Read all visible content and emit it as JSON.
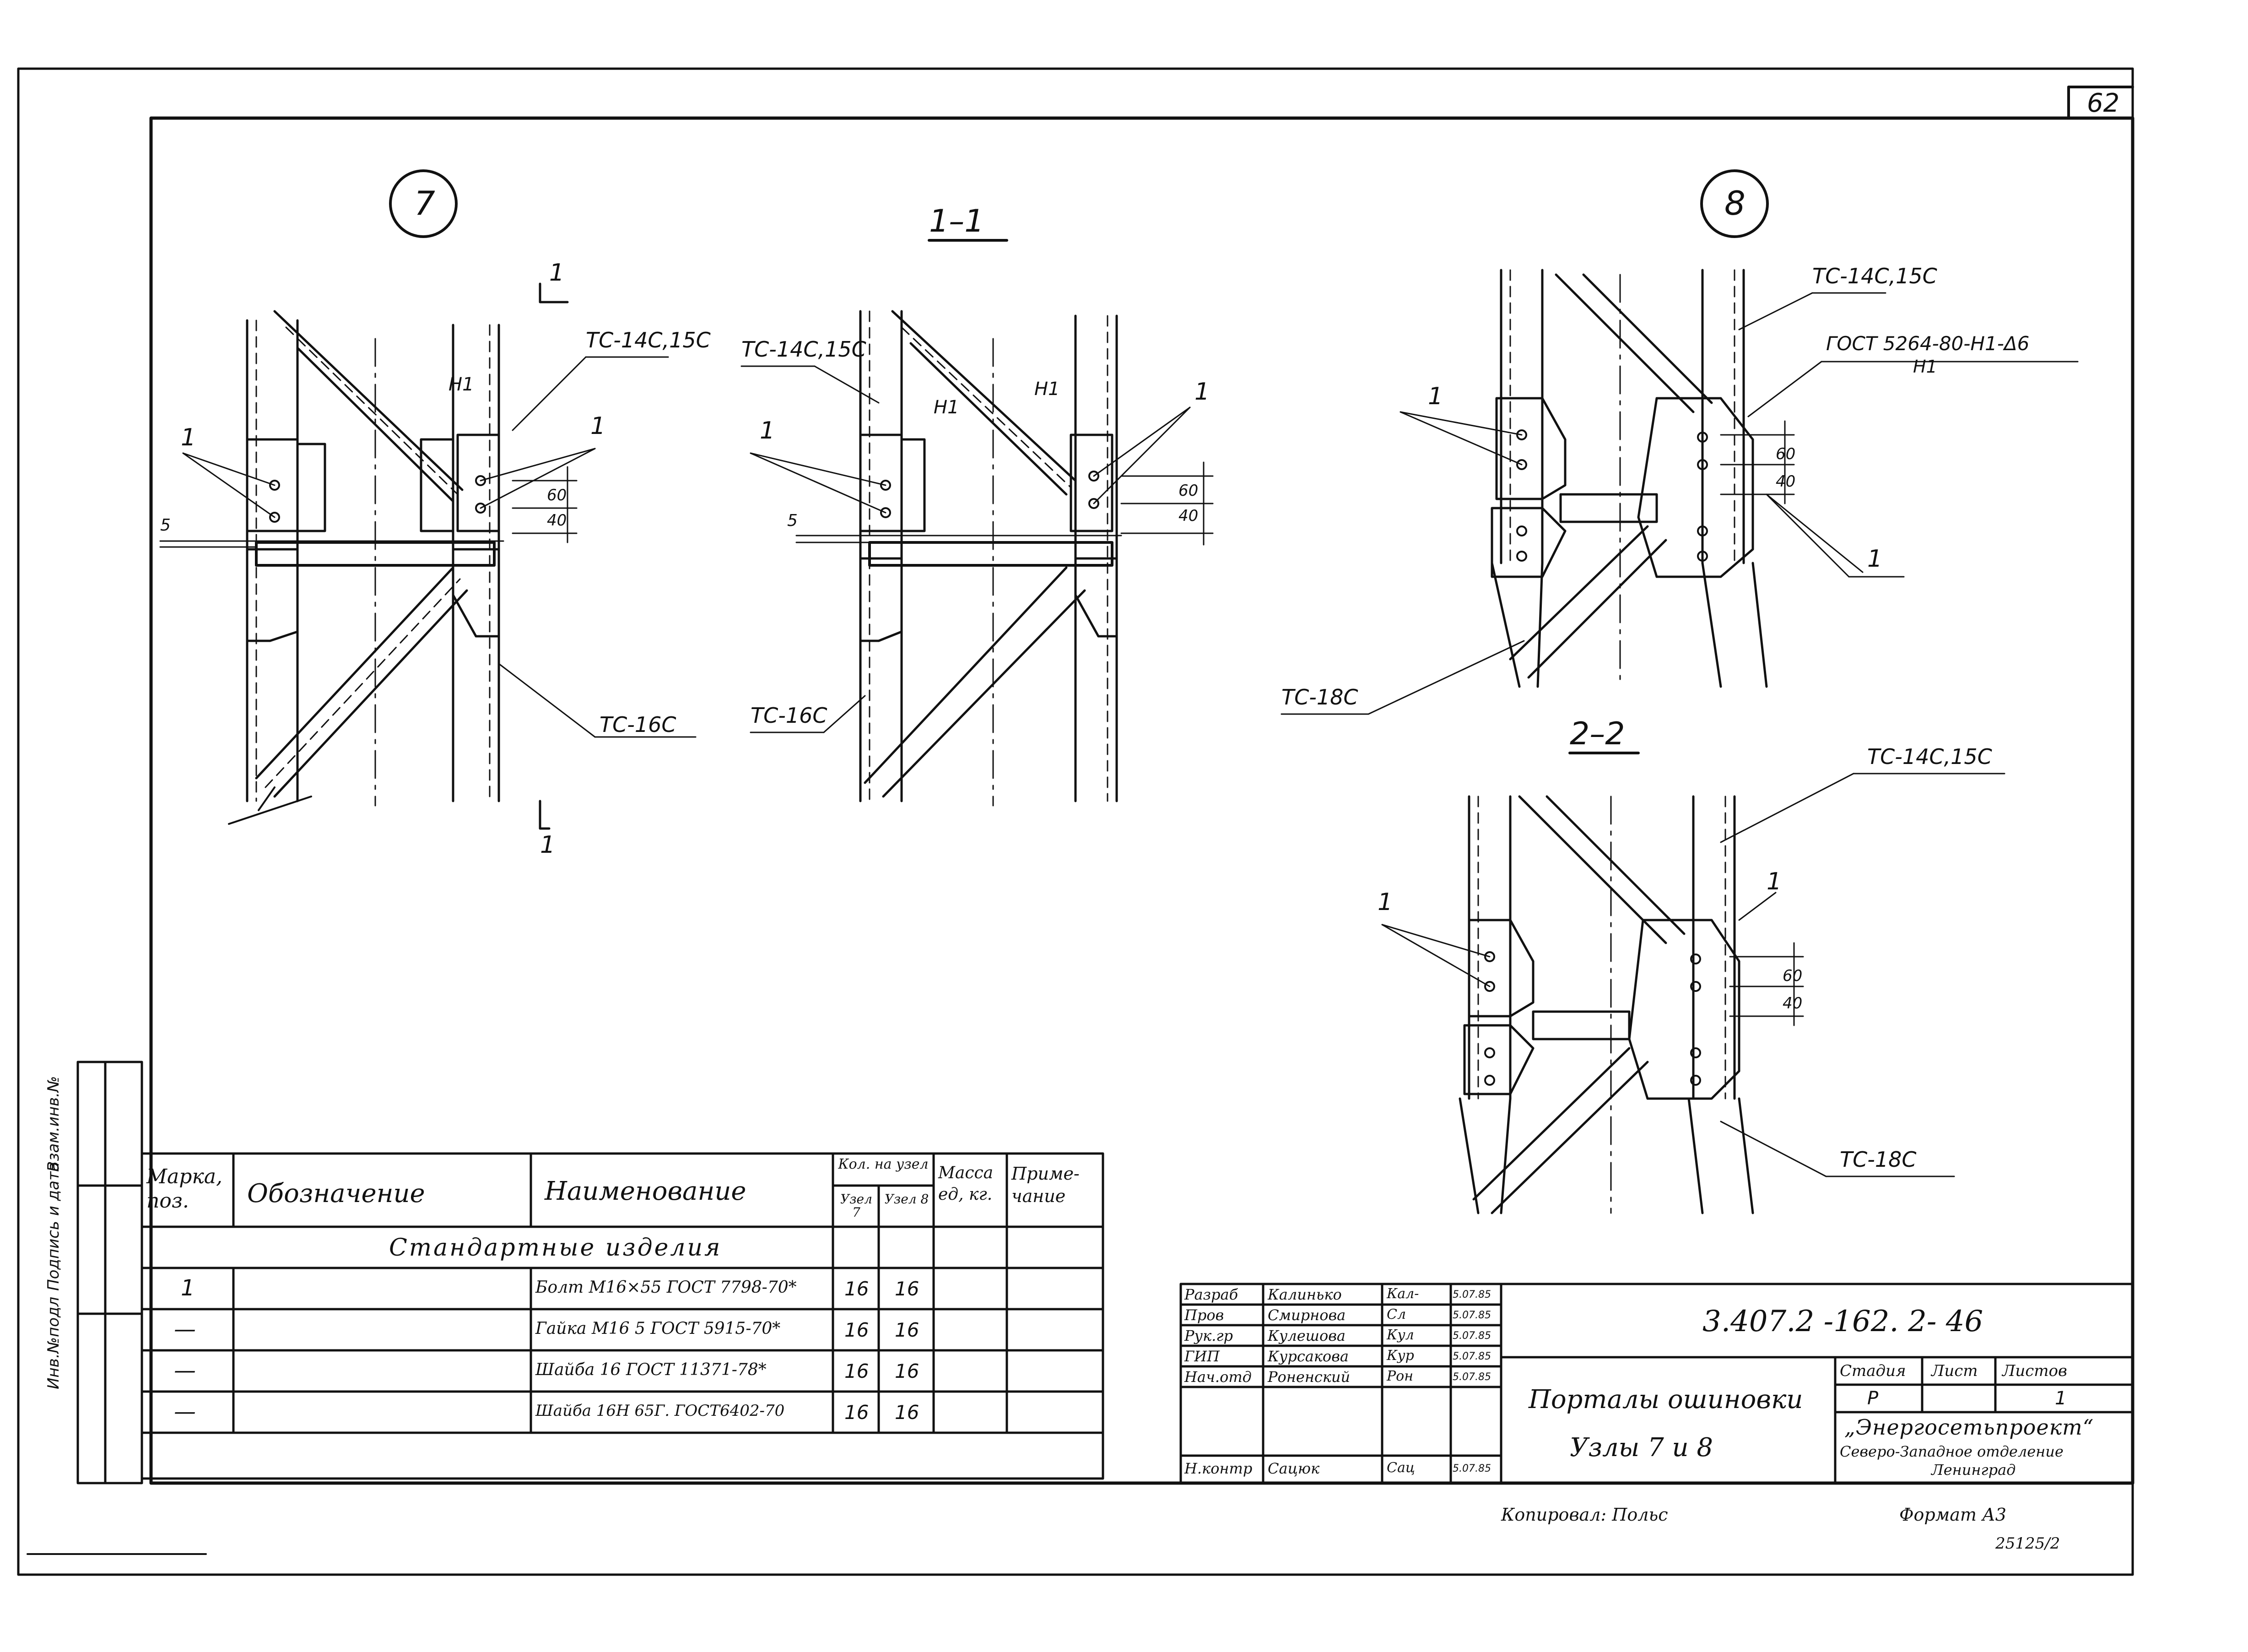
{
  "sheet_number": "62",
  "views": {
    "node7": "7",
    "node8": "8",
    "section_1_1": "1–1",
    "section_2_2": "2–2"
  },
  "labels": {
    "tc14_15": "ТС-14С,15С",
    "tc16": "ТС-16С",
    "tc18": "ТС-18С",
    "tc18_alt": "ТС-18С",
    "gost_weld": "ГОСТ 5264-80-Н1-Δ6",
    "weld_n1": "Н1",
    "pos1": "1",
    "dim_40": "40",
    "dim_60": "60",
    "dim_5": "5",
    "cut_mark": "1"
  },
  "side_stamp": [
    "Инв.№подл",
    "Подпись и дата",
    "Взам.инв.№"
  ],
  "spec_table": {
    "headers": {
      "mark": "Марка, поз.",
      "designation": "Обозначение",
      "name": "Наименование",
      "qty": "Кол. на узел",
      "node7": "Узел 7",
      "node8": "Узел 8",
      "mass": "Масса ед, кг.",
      "note": "Приме- чание"
    },
    "section_title": "Стандартные изделия",
    "rows": [
      {
        "mark": "1",
        "name": "Болт М16×55 ГОСТ 7798-70*",
        "q7": "16",
        "q8": "16"
      },
      {
        "mark": "—",
        "name": "Гайка М16 5 ГОСТ 5915-70*",
        "q7": "16",
        "q8": "16"
      },
      {
        "mark": "—",
        "name": "Шайба 16 ГОСТ 11371-78*",
        "q7": "16",
        "q8": "16"
      },
      {
        "mark": "—",
        "name": "Шайба 16Н 65Г. ГОСТ6402-70",
        "q7": "16",
        "q8": "16"
      }
    ]
  },
  "title_block": {
    "code": "3.407.2 -162. 2- 46",
    "title_line1": "Порталы ошиновки",
    "title_line2": "Узлы 7 и 8",
    "stage_label": "Стадия",
    "sheet_label": "Лист",
    "sheets_label": "Листов",
    "stage_value": "Р",
    "sheets_value": "1",
    "org_line1": "„Энергосетьпроект“",
    "org_line2": "Северо-Западное отделение",
    "org_line3": "Ленинград",
    "people": [
      {
        "role": "Разраб",
        "name": "Калинько",
        "sign": "Кал-",
        "date": "5.07.85"
      },
      {
        "role": "Пров",
        "name": "Смирнова",
        "sign": "Сл",
        "date": "5.07.85"
      },
      {
        "role": "Рук.гр",
        "name": "Кулешова",
        "sign": "Кул",
        "date": "5.07.85"
      },
      {
        "role": "ГИП",
        "name": "Курсакова",
        "sign": "Кур",
        "date": "5.07.85"
      },
      {
        "role": "Нач.отд",
        "name": "Роненский",
        "sign": "Рон",
        "date": "5.07.85"
      },
      {
        "role": "",
        "name": "",
        "sign": "",
        "date": ""
      },
      {
        "role": "Н.контр",
        "name": "Сацюк",
        "sign": "Сац",
        "date": "5.07.85"
      }
    ]
  },
  "footer": {
    "copied": "Копировал: Польс",
    "format": "Формат А3",
    "code": "25125/2"
  }
}
